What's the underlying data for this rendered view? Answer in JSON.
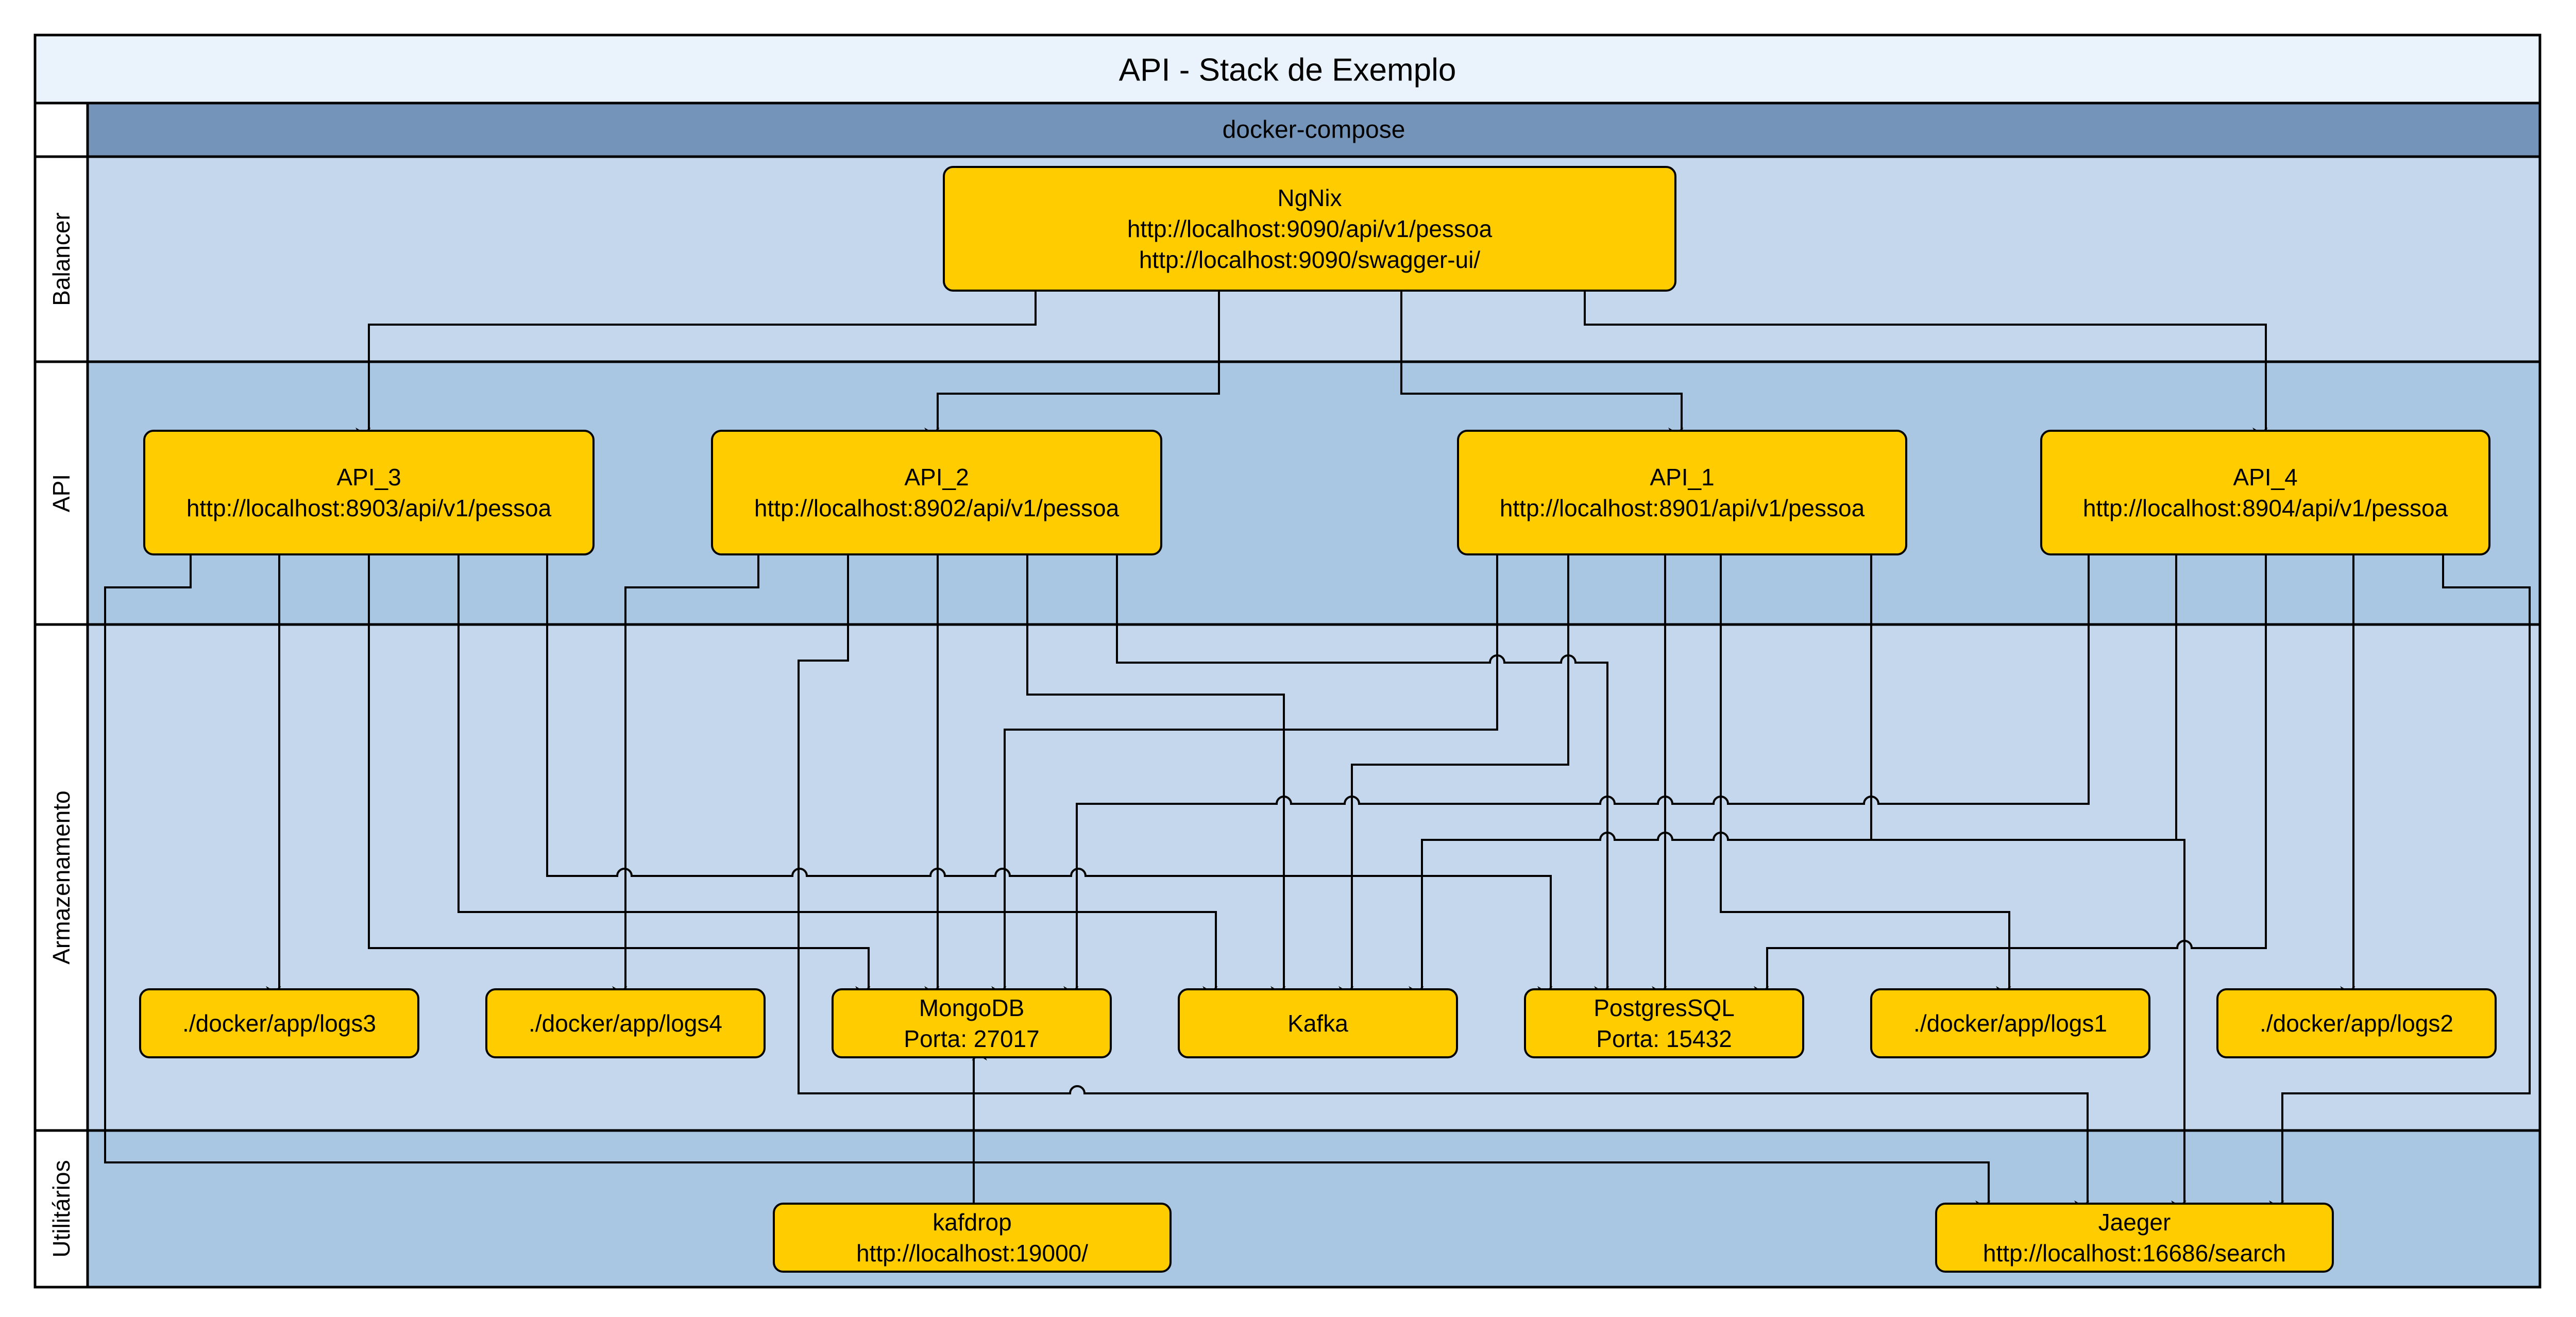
{
  "diagram": {
    "title": "API - Stack de Exemplo",
    "subtitle": "docker-compose",
    "lanes": [
      {
        "id": "balancer",
        "label": "Balancer"
      },
      {
        "id": "api",
        "label": "API"
      },
      {
        "id": "armazenamento",
        "label": "Armazenamento"
      },
      {
        "id": "utilitarios",
        "label": "Utilitários"
      }
    ],
    "nodes": [
      {
        "id": "nginx",
        "lines": [
          "NgNix",
          "http://localhost:9090/api/v1/pessoa",
          "http://localhost:9090/swagger-ui/"
        ]
      },
      {
        "id": "api3",
        "lines": [
          "API_3",
          "http://localhost:8903/api/v1/pessoa"
        ]
      },
      {
        "id": "api2",
        "lines": [
          "API_2",
          "http://localhost:8902/api/v1/pessoa"
        ]
      },
      {
        "id": "api1",
        "lines": [
          "API_1",
          "http://localhost:8901/api/v1/pessoa"
        ]
      },
      {
        "id": "api4",
        "lines": [
          "API_4",
          "http://localhost:8904/api/v1/pessoa"
        ]
      },
      {
        "id": "logs3",
        "lines": [
          "./docker/app/logs3"
        ]
      },
      {
        "id": "logs4",
        "lines": [
          "./docker/app/logs4"
        ]
      },
      {
        "id": "mongodb",
        "lines": [
          "MongoDB",
          "Porta: 27017"
        ]
      },
      {
        "id": "kafka",
        "lines": [
          "Kafka"
        ]
      },
      {
        "id": "postgres",
        "lines": [
          "PostgresSQL",
          "Porta: 15432"
        ]
      },
      {
        "id": "logs1",
        "lines": [
          "./docker/app/logs1"
        ]
      },
      {
        "id": "logs2",
        "lines": [
          "./docker/app/logs2"
        ]
      },
      {
        "id": "kafdrop",
        "lines": [
          "kafdrop",
          "http://localhost:19000/"
        ]
      },
      {
        "id": "jaeger",
        "lines": [
          "Jaeger",
          "http://localhost:16686/search"
        ]
      }
    ],
    "edges": [
      {
        "from": "nginx",
        "to": "api3"
      },
      {
        "from": "nginx",
        "to": "api2"
      },
      {
        "from": "nginx",
        "to": "api1"
      },
      {
        "from": "nginx",
        "to": "api4"
      },
      {
        "from": "api3",
        "to": "jaeger"
      },
      {
        "from": "api3",
        "to": "logs3"
      },
      {
        "from": "api3",
        "to": "mongodb"
      },
      {
        "from": "api3",
        "to": "kafka"
      },
      {
        "from": "api3",
        "to": "postgres"
      },
      {
        "from": "api2",
        "to": "logs4"
      },
      {
        "from": "api2",
        "to": "jaeger"
      },
      {
        "from": "api2",
        "to": "mongodb"
      },
      {
        "from": "api2",
        "to": "kafka"
      },
      {
        "from": "api2",
        "to": "postgres"
      },
      {
        "from": "api1",
        "to": "mongodb"
      },
      {
        "from": "api1",
        "to": "kafka"
      },
      {
        "from": "api1",
        "to": "postgres"
      },
      {
        "from": "api1",
        "to": "logs1"
      },
      {
        "from": "api1",
        "to": "jaeger"
      },
      {
        "from": "api4",
        "to": "mongodb"
      },
      {
        "from": "api4",
        "to": "kafka"
      },
      {
        "from": "api4",
        "to": "postgres"
      },
      {
        "from": "api4",
        "to": "logs2"
      },
      {
        "from": "api4",
        "to": "jaeger"
      },
      {
        "from": "kafdrop",
        "to": "mongodb"
      }
    ]
  }
}
